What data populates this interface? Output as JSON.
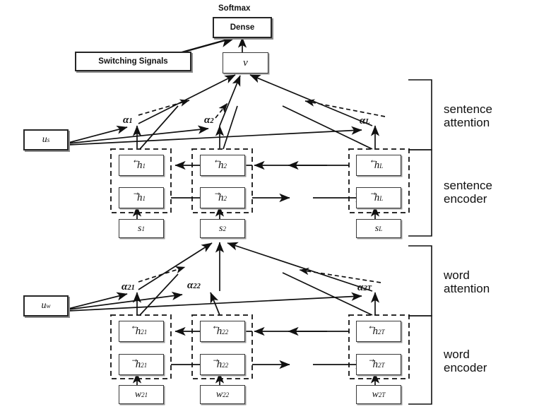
{
  "title": "hierarchical-attention-network-diagram",
  "nodes": {
    "softmax": "Softmax",
    "dense": "Dense",
    "switching_signals": "Switching Signals",
    "v": "v",
    "u_s": "u",
    "u_s_sub": "s",
    "u_w": "u",
    "u_w_sub": "w"
  },
  "sentence_attention": {
    "alphas": [
      {
        "sym": "α",
        "sub": "1"
      },
      {
        "sym": "α",
        "sub": "2"
      },
      {
        "sym": "α",
        "sub": "L"
      }
    ]
  },
  "word_attention": {
    "alphas": [
      {
        "sym": "α",
        "sub": "21"
      },
      {
        "sym": "α",
        "sub": "22"
      },
      {
        "sym": "α",
        "sub": "2T"
      }
    ]
  },
  "sentence_encoder": {
    "backward": [
      {
        "sym": "h",
        "sub": "1"
      },
      {
        "sym": "h",
        "sub": "2"
      },
      {
        "sym": "h",
        "sub": "L"
      }
    ],
    "forward": [
      {
        "sym": "h",
        "sub": "1"
      },
      {
        "sym": "h",
        "sub": "2"
      },
      {
        "sym": "h",
        "sub": "L"
      }
    ],
    "inputs": [
      {
        "sym": "s",
        "sub": "1"
      },
      {
        "sym": "s",
        "sub": "2"
      },
      {
        "sym": "s",
        "sub": "L"
      }
    ]
  },
  "word_encoder": {
    "backward": [
      {
        "sym": "h",
        "sub": "21"
      },
      {
        "sym": "h",
        "sub": "22"
      },
      {
        "sym": "h",
        "sub": "2T"
      }
    ],
    "forward": [
      {
        "sym": "h",
        "sub": "21"
      },
      {
        "sym": "h",
        "sub": "22"
      },
      {
        "sym": "h",
        "sub": "2T"
      }
    ],
    "inputs": [
      {
        "sym": "w",
        "sub": "21"
      },
      {
        "sym": "w",
        "sub": "22"
      },
      {
        "sym": "w",
        "sub": "2T"
      }
    ]
  },
  "side_labels": [
    {
      "line1": "sentence",
      "line2": "attention"
    },
    {
      "line1": "sentence",
      "line2": "encoder"
    },
    {
      "line1": "word",
      "line2": "attention"
    },
    {
      "line1": "word",
      "line2": "encoder"
    }
  ],
  "colors": {
    "background": "#ffffff",
    "stroke": "#111111",
    "box_border": "#3a3a3a",
    "shadow": "#9a9a9a",
    "dashed_group": "#2b2b2b"
  }
}
